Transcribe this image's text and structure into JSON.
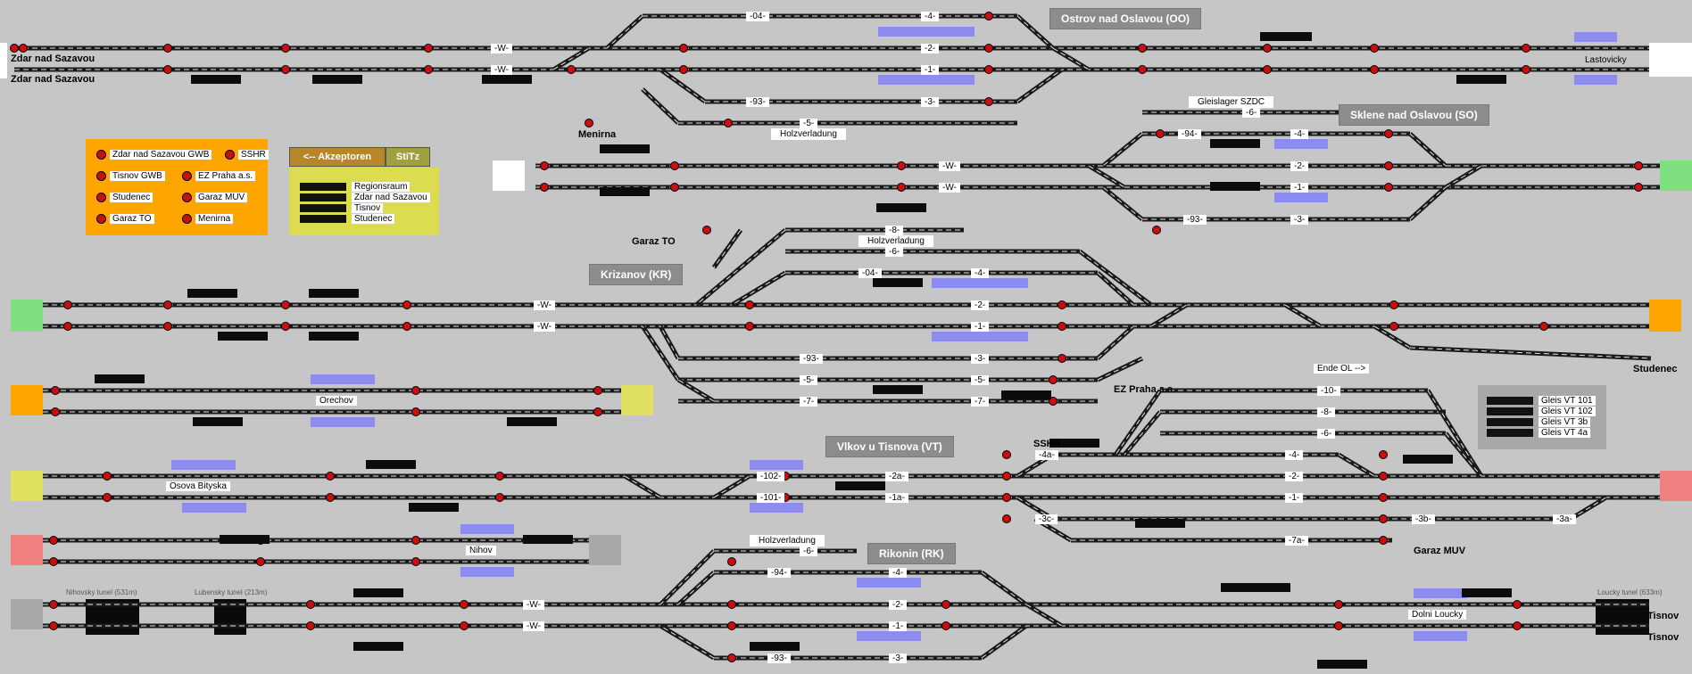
{
  "colors": {
    "background": "#c6c6c6",
    "track": "#2b2b2b",
    "signal_red": "#c81010",
    "occupied_blue": "#8c8cf0",
    "station_title_bg": "#8c8c8c",
    "legend_orange": "#ffa500",
    "legend_yellow": "#dcdc50",
    "end_green": "#80e080",
    "end_orange": "#ffa500",
    "end_pink": "#f08080",
    "end_yellow": "#e0e060",
    "end_white": "#ffffff",
    "end_gray": "#a8a8a8"
  },
  "stations": {
    "oo": "Ostrov nad Oslavou (OO)",
    "so": "Sklene nad Oslavou (SO)",
    "kr": "Krizanov (KR)",
    "vt": "Vlkov u Tisnova (VT)",
    "rk": "Rikonin (RK)"
  },
  "places": {
    "zdar1": "Zdar nad Sazavou",
    "zdar2": "Zdar nad Sazavou",
    "menirna": "Menirna",
    "lastovicky": "Lastovicky",
    "garaz_to": "Garaz TO",
    "studenec": "Studenec",
    "ez_praha": "EZ Praha a.s.",
    "sshr": "SSHR",
    "garaz_muv": "Garaz MUV",
    "tisnov1": "Tisnov",
    "tisnov2": "Tisnov",
    "orechov": "Orechov",
    "osova": "Osova Bityska",
    "nihov": "Nihov",
    "dolni_loucky": "Dolni Loucky",
    "ende_ol": "Ende OL -->",
    "gleislager": "Gleislager SZDC",
    "holz1": "Holzverladung",
    "holz2": "Holzverladung",
    "holz3": "Holzverladung",
    "tunnel_nihov": "Nihovsky tunel (531m)",
    "tunnel_lub": "Lubensky tunel (213m)",
    "tunnel_louc": "Loucky tunel (633m)"
  },
  "legend_orange": {
    "items": [
      "Zdar nad Sazavou GWB",
      "SSHR",
      "Tisnov GWB",
      "EZ Praha a.s.",
      "Studenec",
      "Garaz MUV",
      "Garaz TO",
      "Menirna"
    ]
  },
  "akzeptoren": {
    "button_label": "<-- Akzeptoren",
    "stitz_label": "StiTz",
    "items": [
      "Regionsraum",
      "Zdar nad Sazavou",
      "Tisnov",
      "Studenec"
    ]
  },
  "gleis_legend": {
    "items": [
      "Gleis VT 101",
      "Gleis VT 102",
      "Gleis VT 3b",
      "Gleis VT 4a"
    ]
  },
  "track_labels": {
    "oo_t4": "-04-",
    "oo_t4b": "-4-",
    "oo_t2": "-2-",
    "oo_t1": "-1-",
    "oo_t3": "-3-",
    "oo_t93": "-93-",
    "oo_t5": "-5-",
    "oo_w1": "-W-",
    "oo_w2": "-W-",
    "so_t94": "-94-",
    "so_t4": "-4-",
    "so_t2": "-2-",
    "so_t1": "-1-",
    "so_t3": "-3-",
    "so_t93": "-93-",
    "so_t6": "-6-",
    "so_w1": "-W-",
    "so_w2": "-W-",
    "kr_t8": "-8-",
    "kr_t6": "-6-",
    "kr_t04": "-04-",
    "kr_t4": "-4-",
    "kr_t2": "-2-",
    "kr_t1": "-1-",
    "kr_t93": "-93-",
    "kr_t3": "-3-",
    "kr_t5": "-5-",
    "kr_t5b": "-5-",
    "kr_t7": "-7-",
    "kr_t7b": "-7-",
    "kr_w1": "-W-",
    "kr_w2": "-W-",
    "vt_t102": "-102-",
    "vt_t101": "-101-",
    "vt_t2a": "-2a-",
    "vt_t1a": "-1a-",
    "vt_t4a": "-4a-",
    "vt_t3c": "-3c-",
    "vt_t10": "-10-",
    "vt_t8": "-8-",
    "vt_t6": "-6-",
    "vt_t4": "-4-",
    "vt_t2": "-2-",
    "vt_t1": "-1-",
    "vt_t3b": "-3b-",
    "vt_t3a": "-3a-",
    "vt_t7a": "-7a-",
    "rk_t6": "-6-",
    "rk_t94": "-94-",
    "rk_t4": "-4-",
    "rk_t2": "-2-",
    "rk_t1": "-1-",
    "rk_t3": "-3-",
    "rk_t93": "-93-",
    "rk_w1": "-W-",
    "rk_w2": "-W-"
  }
}
